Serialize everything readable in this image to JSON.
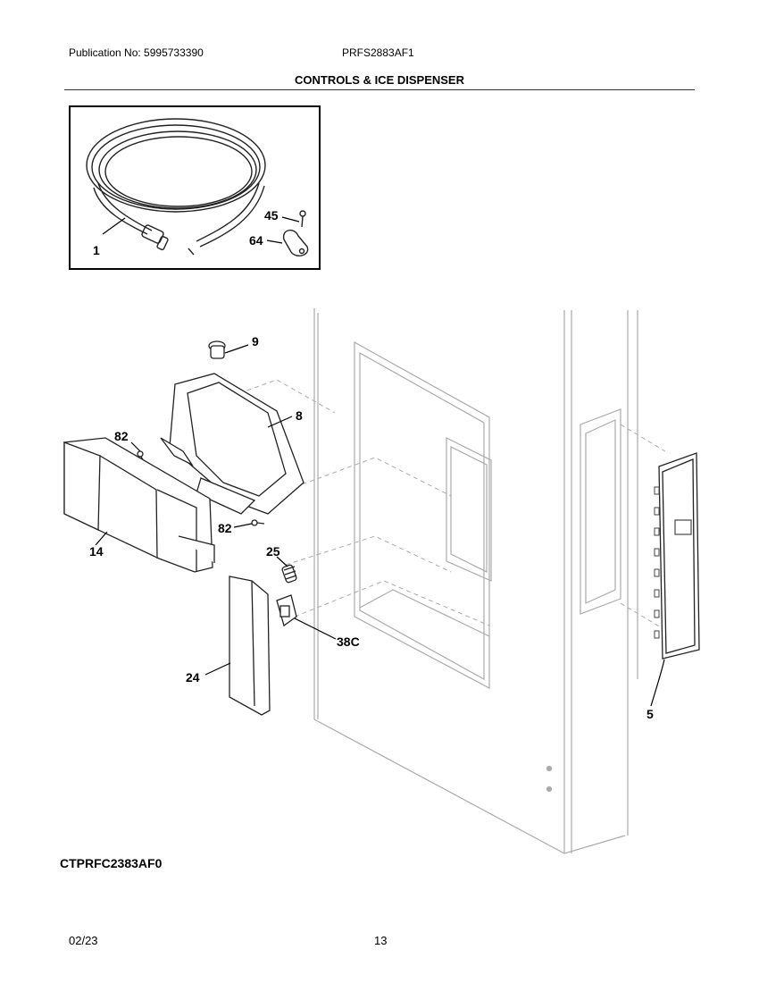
{
  "header": {
    "publication": "Publication No: 5995733390",
    "model": "PRFS2883AF1"
  },
  "title": "CONTROLS & ICE DISPENSER",
  "callouts": [
    {
      "id": "tubing",
      "label": "1"
    },
    {
      "id": "screw-top",
      "label": "45"
    },
    {
      "id": "clamp",
      "label": "64"
    },
    {
      "id": "actuator",
      "label": "9"
    },
    {
      "id": "housing",
      "label": "8"
    },
    {
      "id": "screw-upper",
      "label": "82"
    },
    {
      "id": "screw-lower",
      "label": "82"
    },
    {
      "id": "dispenser-cover",
      "label": "14"
    },
    {
      "id": "spring",
      "label": "25"
    },
    {
      "id": "switch",
      "label": "38C"
    },
    {
      "id": "paddle",
      "label": "24"
    },
    {
      "id": "control-board",
      "label": "5"
    }
  ],
  "diagram_code": "CTPRFC2383AF0",
  "footer": {
    "date": "02/23",
    "page": "13"
  }
}
